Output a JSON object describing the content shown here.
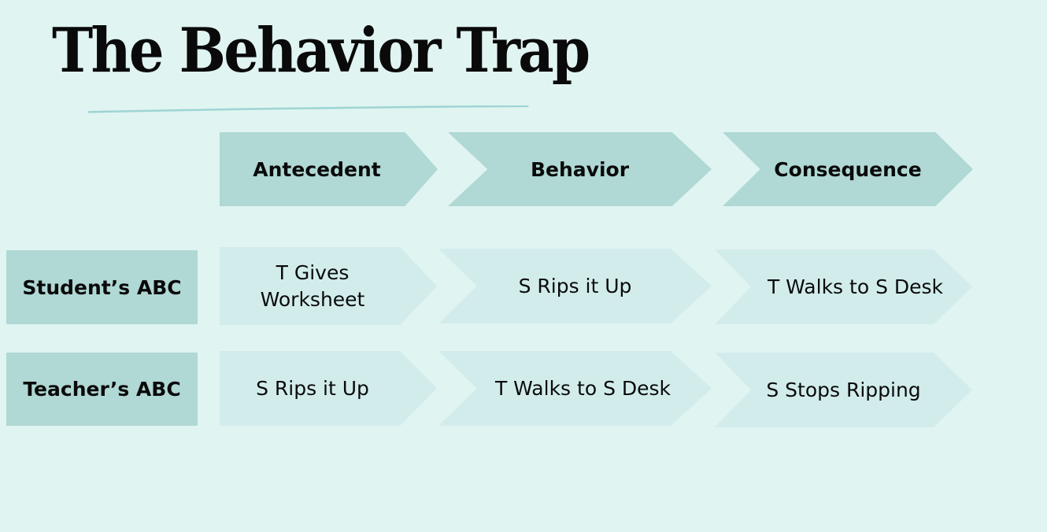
{
  "title": "The Behavior Trap",
  "colors": {
    "background": "#e0f4f2",
    "header_fill": "#b0d8d4",
    "cell_fill": "#d2ecec",
    "underline": "#9ed4d4",
    "text": "#0a0a0a"
  },
  "headers": [
    {
      "label": "Antecedent"
    },
    {
      "label": "Behavior"
    },
    {
      "label": "Consequence"
    }
  ],
  "rows": [
    {
      "label": "Student’s ABC",
      "cells": [
        "T Gives Worksheet",
        "S Rips it Up",
        "T Walks to S Desk"
      ]
    },
    {
      "label": "Teacher’s ABC",
      "cells": [
        "S Rips it Up",
        "T Walks to S Desk",
        "S Stops Ripping"
      ]
    }
  ]
}
